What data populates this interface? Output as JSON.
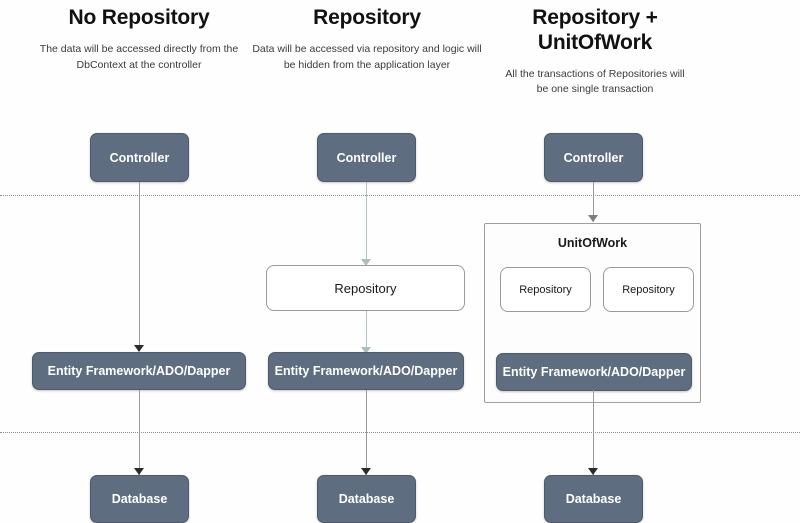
{
  "diagram": {
    "title_hidden": "Repository and UnitOfWork pattern comparison",
    "columns": [
      {
        "id": "no-repository",
        "title": "No Repository",
        "subtitle": "The data will be accessed directly from the DbContext at the controller",
        "nodes": {
          "controller": "Controller",
          "data_access": "Entity Framework/ADO/Dapper",
          "database": "Database"
        }
      },
      {
        "id": "repository",
        "title": "Repository",
        "subtitle": "Data will be accessed via repository and logic will be hidden from the application layer",
        "nodes": {
          "controller": "Controller",
          "repository": "Repository",
          "data_access": "Entity Framework/ADO/Dapper",
          "database": "Database"
        }
      },
      {
        "id": "repository-unitofwork",
        "title": "Repository + UnitOfWork",
        "subtitle": "All the transactions of Repositories will be one single transaction",
        "nodes": {
          "controller": "Controller",
          "unitofwork": "UnitOfWork",
          "repository_left": "Repository",
          "repository_right": "Repository",
          "data_access": "Entity Framework/ADO/Dapper",
          "database": "Database"
        }
      }
    ],
    "colors": {
      "node_fill": "#5f6d80",
      "node_border": "#4e5a6b",
      "node_text": "#ffffff",
      "outline_border": "#9a9a9a",
      "divider": "#8c8c8c",
      "connector": "#9b9b9b",
      "connector_teal": "#b2c3c4",
      "background": "#fefefe"
    }
  }
}
